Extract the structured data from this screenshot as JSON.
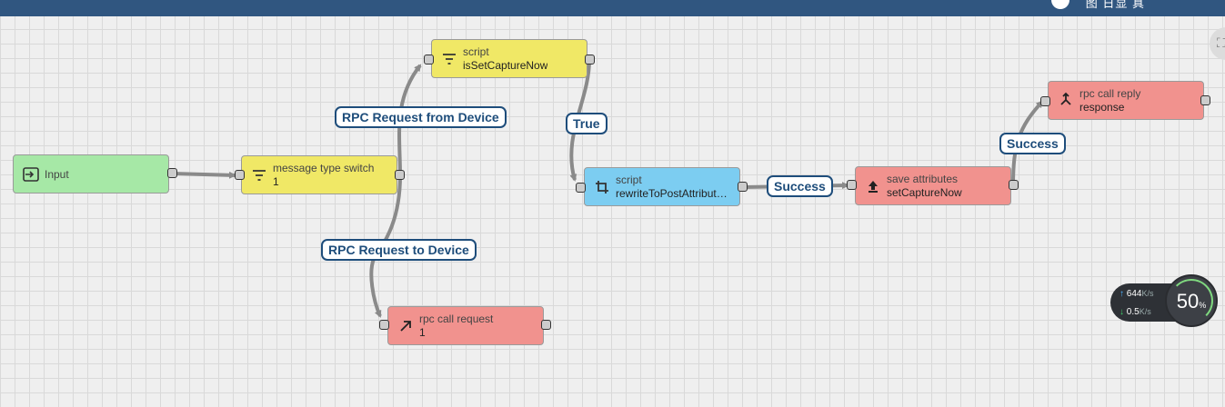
{
  "topbar": {
    "color": "#305680",
    "right_text": "图 日显 真"
  },
  "nodes": {
    "input": {
      "title": "Input",
      "icon": "input-icon",
      "color": "#a6e8a6"
    },
    "message_type_switch": {
      "title": "message type switch",
      "subtitle": "1",
      "icon": "filter-icon",
      "color": "#f0e866"
    },
    "is_set_capture_now": {
      "title": "script",
      "subtitle": "isSetCaptureNow",
      "icon": "filter-icon",
      "color": "#f0e866"
    },
    "rewrite_to_post": {
      "title": "script",
      "subtitle": "rewriteToPostAttribut…",
      "icon": "transform-icon",
      "color": "#7ccdf1"
    },
    "save_attributes": {
      "title": "save attributes",
      "subtitle": "setCaptureNow",
      "icon": "upload-icon",
      "color": "#f1928e"
    },
    "rpc_call_reply": {
      "title": "rpc call reply",
      "subtitle": "response",
      "icon": "reply-icon",
      "color": "#f1928e"
    },
    "rpc_call_request": {
      "title": "rpc call request",
      "subtitle": "1",
      "icon": "arrow-up-right-icon",
      "color": "#f1928e"
    }
  },
  "labels": {
    "rpc_from_device": "RPC Request from Device",
    "rpc_to_device": "RPC Request to Device",
    "true": "True",
    "success_1": "Success",
    "success_2": "Success"
  },
  "network_speed": {
    "upload": "644",
    "upload_unit": "K/s",
    "download": "0.5",
    "download_unit": "K/s",
    "percent": "50",
    "percent_unit": "%"
  }
}
